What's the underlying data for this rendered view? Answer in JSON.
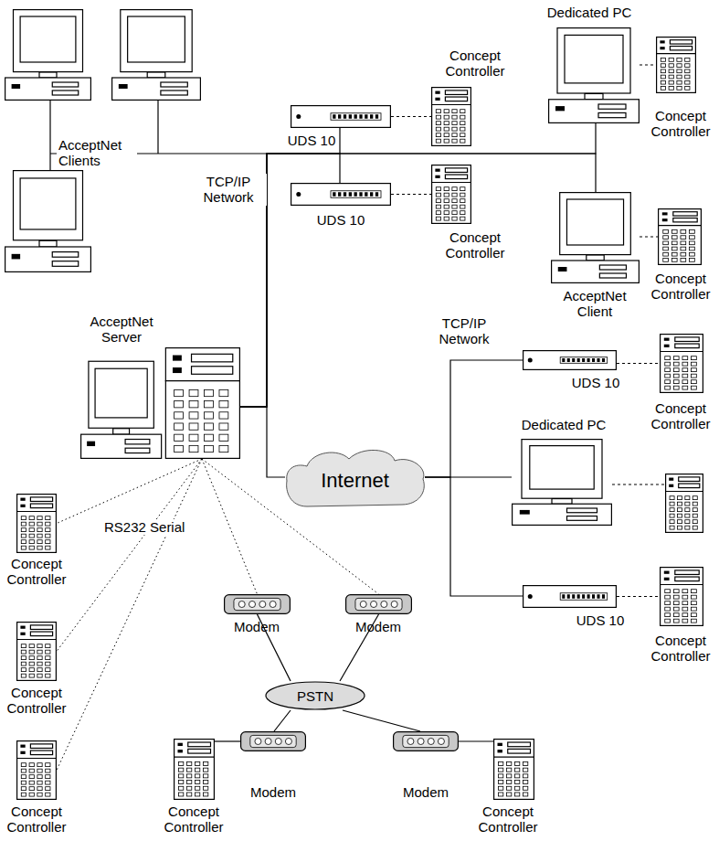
{
  "diagram": {
    "nodes": [
      {
        "text": [
          "Dedicated PC"
        ]
      },
      {
        "text": [
          "Concept Controller"
        ]
      },
      {
        "text": [
          "UDS 10"
        ]
      },
      {
        "text": [
          "Concept Controller"
        ]
      },
      {
        "text": [
          "UDS 10"
        ]
      },
      {
        "text": [
          "Concept Controller"
        ]
      },
      {
        "text": [
          "AcceptNet Client"
        ]
      },
      {
        "text": [
          "Concept Controller"
        ]
      },
      {
        "text": [
          "AcceptNet Server"
        ]
      },
      {
        "text": [
          "UDS 10"
        ]
      },
      {
        "text": [
          "Concept Controller"
        ]
      },
      {
        "text": [
          "Dedicated PC"
        ]
      },
      {
        "text": [
          "Internet"
        ]
      },
      {
        "text": [
          "UDS 10"
        ]
      },
      {
        "text": [
          "Concept Controller"
        ]
      },
      {
        "text": [
          "Concept Controller"
        ]
      },
      {
        "text": [
          "Modem"
        ]
      },
      {
        "text": [
          "Modem"
        ]
      },
      {
        "text": [
          "Concept Controller"
        ]
      },
      {
        "text": [
          "PSTN"
        ]
      },
      {
        "text": [
          "Modem"
        ]
      },
      {
        "text": [
          "Modem"
        ]
      },
      {
        "text": [
          "Concept Controller"
        ]
      },
      {
        "text": [
          "Concept Controller"
        ]
      },
      {
        "text": [
          "Concept Controller"
        ]
      }
    ],
    "edges": [
      {
        "from": 8,
        "to": 12,
        "arrow": "none"
      },
      {
        "from": 8,
        "to": 2,
        "arrow": "none"
      },
      {
        "from": 8,
        "to": 4,
        "arrow": "none"
      },
      {
        "from": 8,
        "to": 0,
        "arrow": "none"
      },
      {
        "from": 8,
        "to": 6,
        "arrow": "none"
      },
      {
        "from": 0,
        "to": 1,
        "arrow": "none"
      },
      {
        "from": 2,
        "to": 3,
        "arrow": "none"
      },
      {
        "from": 4,
        "to": 5,
        "arrow": "none"
      },
      {
        "from": 6,
        "to": 7,
        "arrow": "none"
      },
      {
        "from": 12,
        "to": 9,
        "arrow": "none"
      },
      {
        "from": 12,
        "to": 11,
        "arrow": "none"
      },
      {
        "from": 12,
        "to": 13,
        "arrow": "none"
      },
      {
        "from": 9,
        "to": 10,
        "arrow": "none"
      },
      {
        "from": 13,
        "to": 14,
        "arrow": "none"
      },
      {
        "from": 8,
        "to": 15,
        "arrow": "none"
      },
      {
        "from": 8,
        "to": 18,
        "arrow": "none"
      },
      {
        "from": 8,
        "to": 22,
        "arrow": "none"
      },
      {
        "from": 8,
        "to": 16,
        "arrow": "none"
      },
      {
        "from": 8,
        "to": 17,
        "arrow": "none"
      },
      {
        "from": 16,
        "to": 19,
        "arrow": "none"
      },
      {
        "from": 17,
        "to": 19,
        "arrow": "none"
      },
      {
        "from": 19,
        "to": 20,
        "arrow": "none"
      },
      {
        "from": 19,
        "to": 21,
        "arrow": "none"
      },
      {
        "from": 20,
        "to": 23,
        "arrow": "none"
      },
      {
        "from": 21,
        "to": 24,
        "arrow": "none"
      }
    ],
    "labels": [
      "AcceptNet Clients",
      "TCP/IP Network",
      "TCP/IP Network",
      "RS232 Serial"
    ]
  }
}
